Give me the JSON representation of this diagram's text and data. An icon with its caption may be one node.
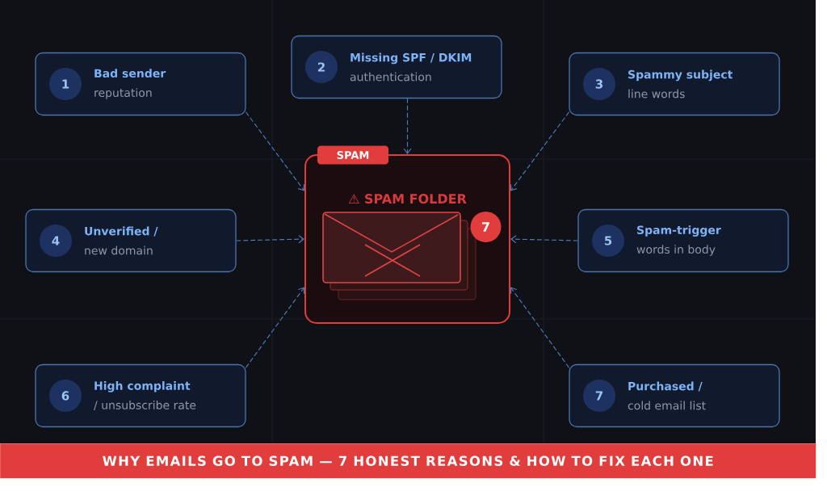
{
  "diagram": {
    "title": "WHY EMAILS GO TO SPAM — 7 HONEST REASONS & HOW TO FIX EACH ONE",
    "nodes": [
      {
        "text": [
          "Bad sender",
          "reputation"
        ]
      },
      {
        "text": [
          "1"
        ],
        "in": 0
      },
      {
        "text": [
          "Missing SPF / DKIM",
          "authentication"
        ]
      },
      {
        "text": [
          "2"
        ],
        "in": 2
      },
      {
        "text": [
          "Spammy subject",
          "line words"
        ]
      },
      {
        "text": [
          "3"
        ],
        "in": 4
      },
      {
        "text": [
          "SPAM"
        ]
      },
      {
        "text": [
          "⚠ SPAM FOLDER"
        ]
      },
      {
        "text": [
          "7"
        ],
        "in": 7
      },
      {
        "text": [
          "Unverified /",
          "new domain"
        ]
      },
      {
        "text": [
          "4"
        ],
        "in": 9
      },
      {
        "text": [
          "Spam-trigger",
          "words in body"
        ]
      },
      {
        "text": [
          "5"
        ],
        "in": 11
      },
      {
        "text": [
          "High complaint",
          "/ unsubscribe rate"
        ]
      },
      {
        "text": [
          "6"
        ],
        "in": 13
      },
      {
        "text": [
          "Purchased /",
          "cold email list"
        ]
      },
      {
        "text": [
          "7"
        ],
        "in": 15
      }
    ],
    "edges": [
      {
        "from": 0,
        "to": 7,
        "arrow": "to",
        "style": "dashed"
      },
      {
        "from": 2,
        "to": 7,
        "arrow": "to",
        "style": "dashed"
      },
      {
        "from": 4,
        "to": 7,
        "arrow": "to",
        "style": "dashed"
      },
      {
        "from": 9,
        "to": 7,
        "arrow": "to",
        "style": "dashed"
      },
      {
        "from": 11,
        "to": 7,
        "arrow": "to",
        "style": "dashed"
      },
      {
        "from": 13,
        "to": 7,
        "arrow": "to",
        "style": "dashed"
      },
      {
        "from": 15,
        "to": 7,
        "arrow": "to",
        "style": "dashed"
      }
    ]
  }
}
